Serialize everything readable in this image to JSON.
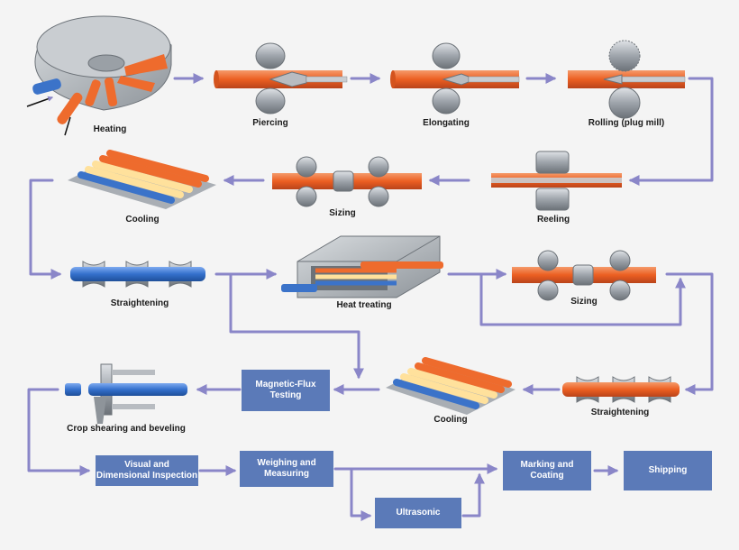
{
  "colors": {
    "flow": "#8a86c8",
    "hot": "#ee6b2d",
    "tube": "#3b73c9",
    "box": "#5b7ab8",
    "roll": "#a9aeb4"
  },
  "steps": {
    "heating": "Heating",
    "piercing": "Piercing",
    "elongating": "Elongating",
    "rolling": "Rolling (plug mill)",
    "reeling": "Reeling",
    "sizing1": "Sizing",
    "cooling1": "Cooling",
    "straightening1": "Straightening",
    "heat_treating": "Heat treating",
    "sizing2": "Sizing",
    "straightening2": "Straightening",
    "cooling2": "Cooling",
    "crop": "Crop shearing and beveling"
  },
  "boxes": {
    "magnetic_1": "Magnetic-Flux",
    "magnetic_2": "Testing",
    "visual_1": "Visual and",
    "visual_2": "Dimensional Inspection",
    "weighing_1": "Weighing and",
    "weighing_2": "Measuring",
    "ultrasonic": "Ultrasonic",
    "marking_1": "Marking and",
    "marking_2": "Coating",
    "shipping": "Shipping"
  }
}
